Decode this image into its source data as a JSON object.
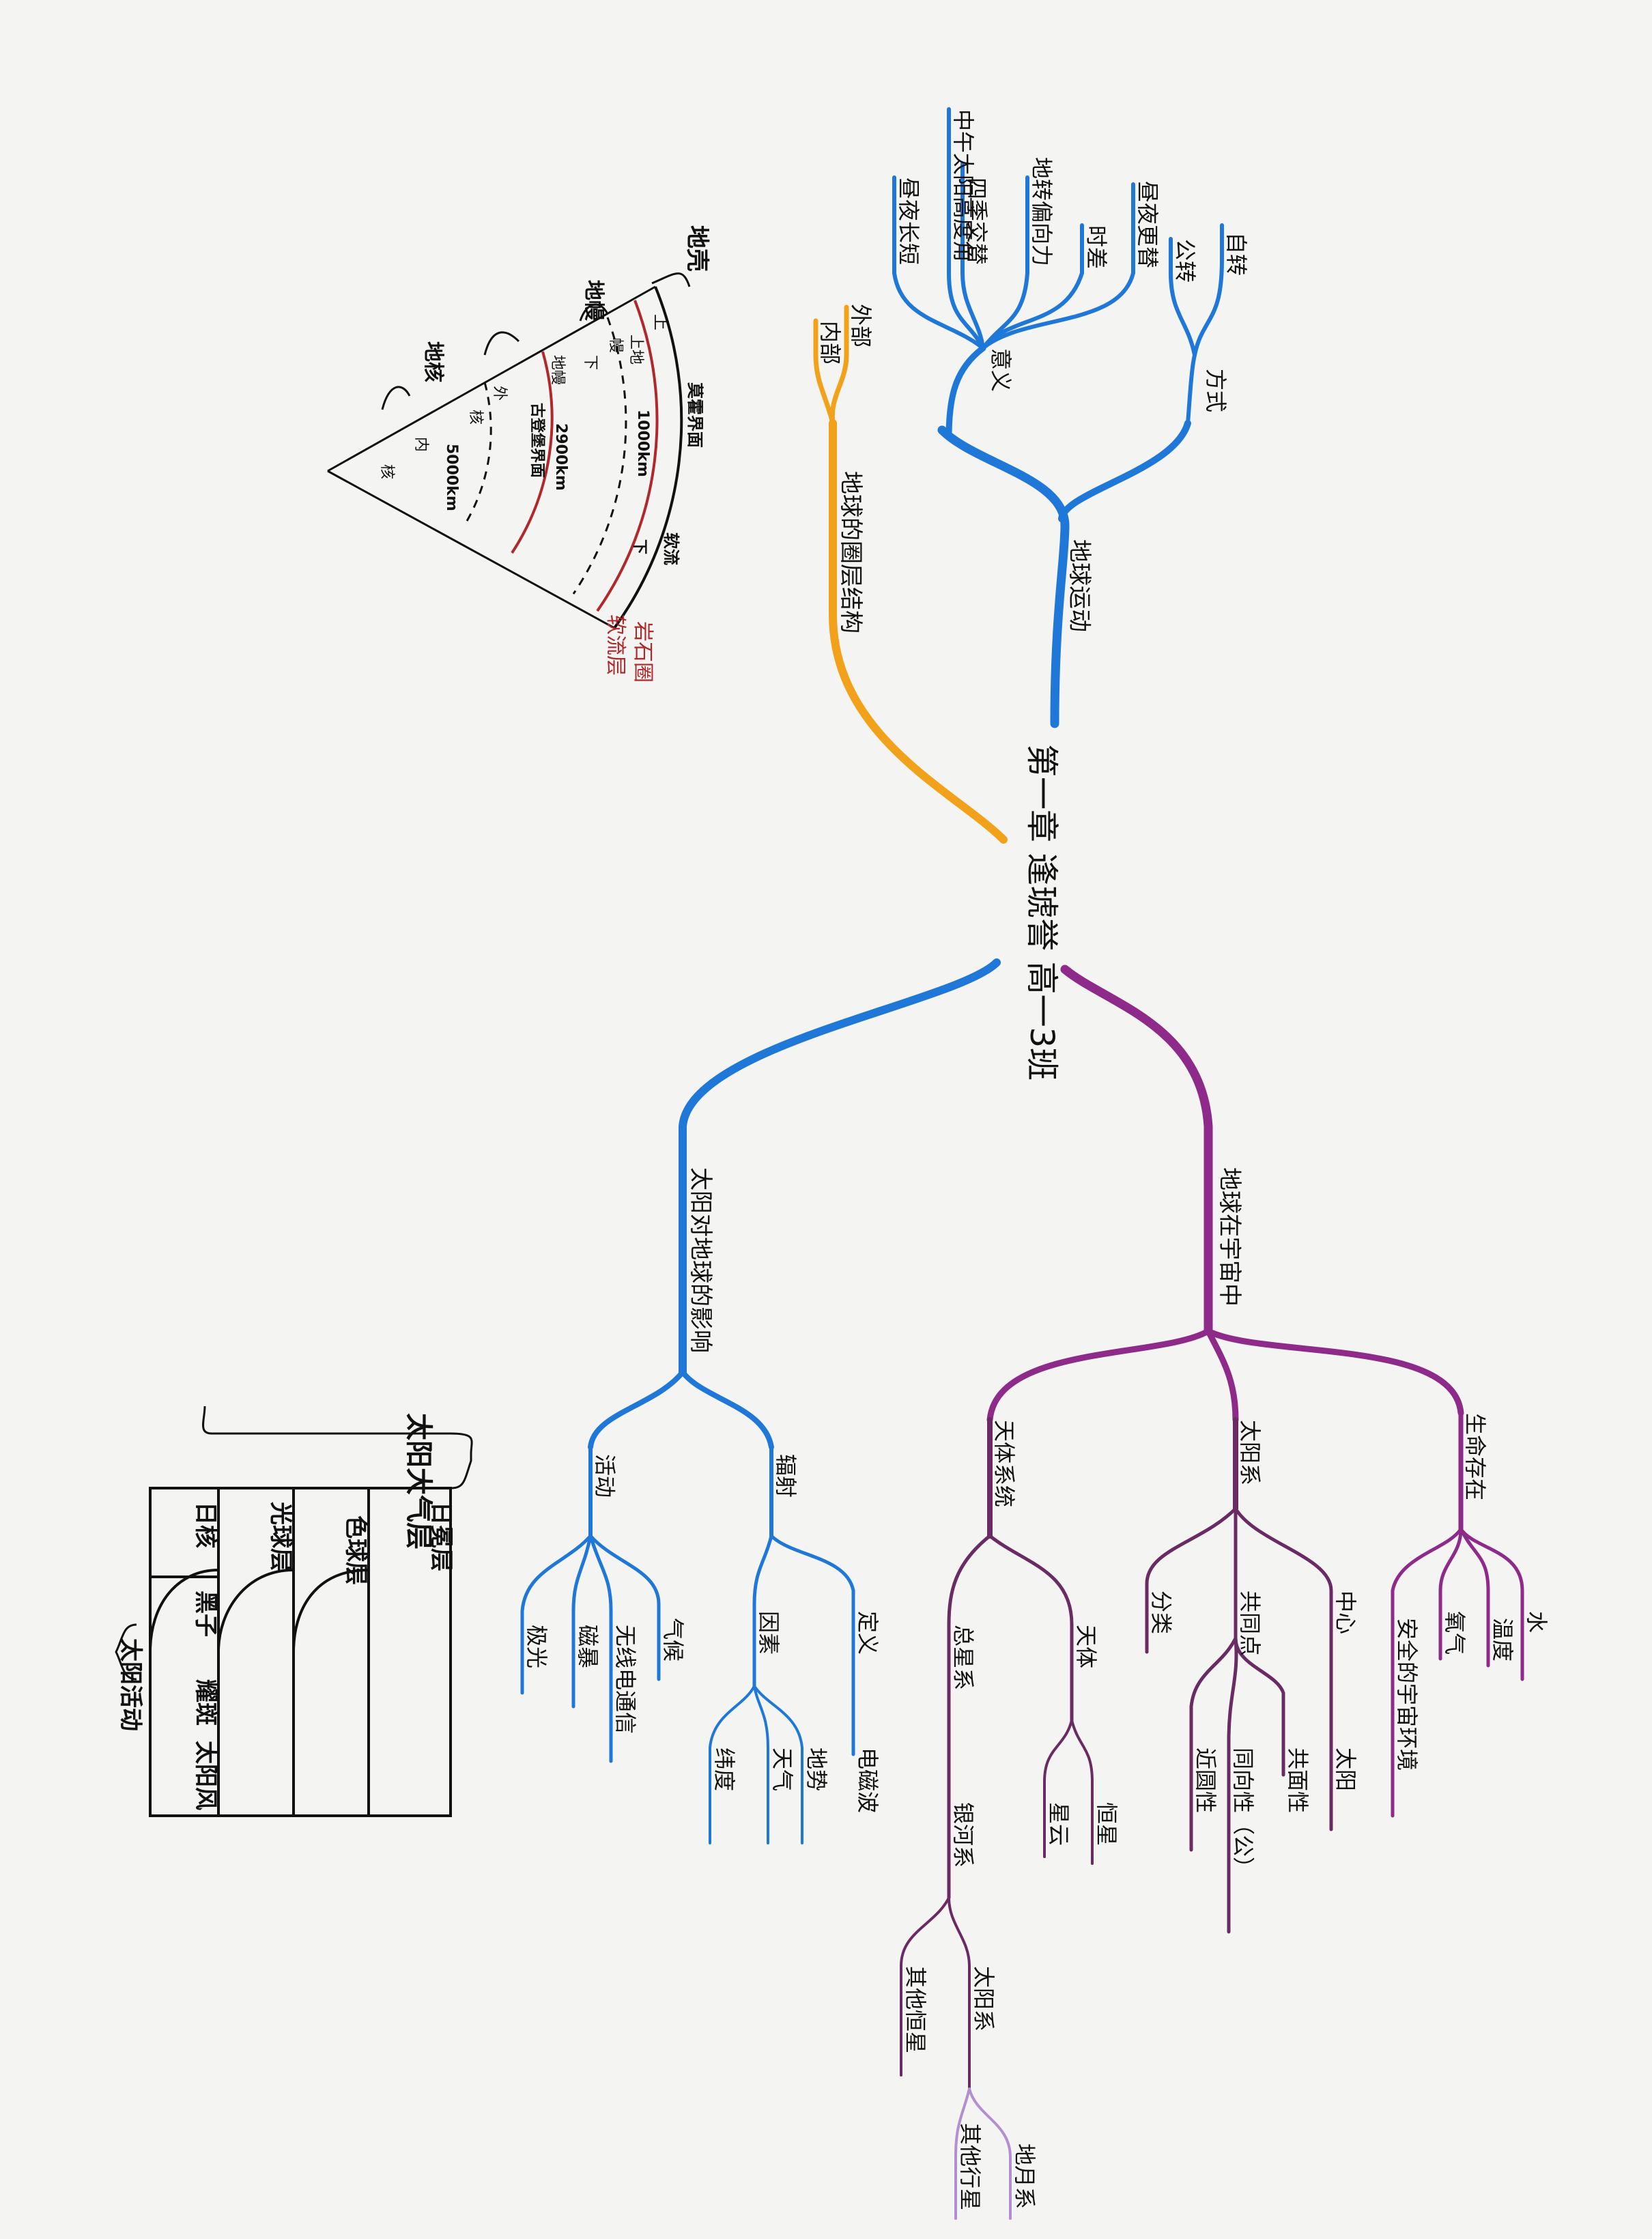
{
  "central_topic": "第一章 逢琥誉 高一3班",
  "branch_motion": {
    "label": "地球运动",
    "mode": {
      "label": "方式",
      "children": [
        "自转",
        "公转"
      ]
    },
    "meaning": {
      "label": "意义",
      "children": [
        "昼夜更替",
        "时差",
        "地转偏向力",
        "四季交替",
        "中午太阳高度角",
        "昼夜长短"
      ]
    }
  },
  "branch_layers": {
    "label": "地球的圈层结构",
    "children": [
      "外部",
      "内部"
    ]
  },
  "branch_universe": {
    "label": "地球在宇宙中",
    "life": {
      "label": "生命存在",
      "children": [
        "水",
        "温度",
        "氧气",
        "安全的宇宙环境"
      ]
    },
    "solar_system": {
      "label": "太阳系",
      "center": {
        "label": "中心",
        "children": [
          "太阳"
        ]
      },
      "common": {
        "label": "共同点",
        "children": [
          "共面性",
          "同向性（公）",
          "近圆性"
        ]
      },
      "classify": "分类"
    },
    "celestial": {
      "label": "天体系统",
      "body": {
        "label": "天体",
        "children": [
          "恒星",
          "星云"
        ]
      },
      "total": "总星系",
      "milky_way": "银河系",
      "sun_system": "太阳系",
      "other_stars": "其他恒星",
      "earth_moon": "地月系",
      "other_planets": "其他行星"
    }
  },
  "branch_sun": {
    "label": "太阳对地球的影响",
    "radiation": {
      "label": "辐射",
      "definition": {
        "label": "定义",
        "children": [
          "电磁波"
        ]
      },
      "factors": {
        "label": "因素",
        "children": [
          "地势",
          "天气",
          "纬度"
        ]
      }
    },
    "activity": {
      "label": "活动",
      "children": [
        "气候",
        "无线电通信",
        "磁暴",
        "极光"
      ]
    }
  },
  "earth_layers_diagram": {
    "crust": "地壳",
    "mantle": "地幔",
    "core": "地核",
    "upper": "上",
    "lower": "下",
    "outer": "外",
    "inner": "内",
    "mantle_upper": "地幔",
    "core_outer": "核",
    "core_inner": "核",
    "moho": "莫霍界面",
    "gutenberg": "古登堡界面",
    "d1": "1000km",
    "d2": "2900km",
    "d3": "5000km",
    "lith_label": "岩石圈",
    "asth_label": "软流层",
    "upper_mantle_a": "上地",
    "upper_mantle_b": "幔",
    "soft": "软流"
  },
  "sun_atmosphere_diagram": {
    "title": "太阳大气层",
    "activity": "太阳活动",
    "rows": [
      {
        "layer": "日冕层",
        "event": ""
      },
      {
        "layer": "色球层",
        "event": ""
      },
      {
        "layer": "光球层",
        "event": ""
      },
      {
        "layer": "日核",
        "event": ""
      }
    ],
    "events": [
      "黑子",
      "耀斑",
      "太阳风"
    ]
  },
  "colors": {
    "blue": "#1f78d8",
    "orange": "#f2a21a",
    "purple": "#8e2a8a",
    "plum": "#6a2a63",
    "lavender": "#b48fd0",
    "red": "#b0282a"
  }
}
